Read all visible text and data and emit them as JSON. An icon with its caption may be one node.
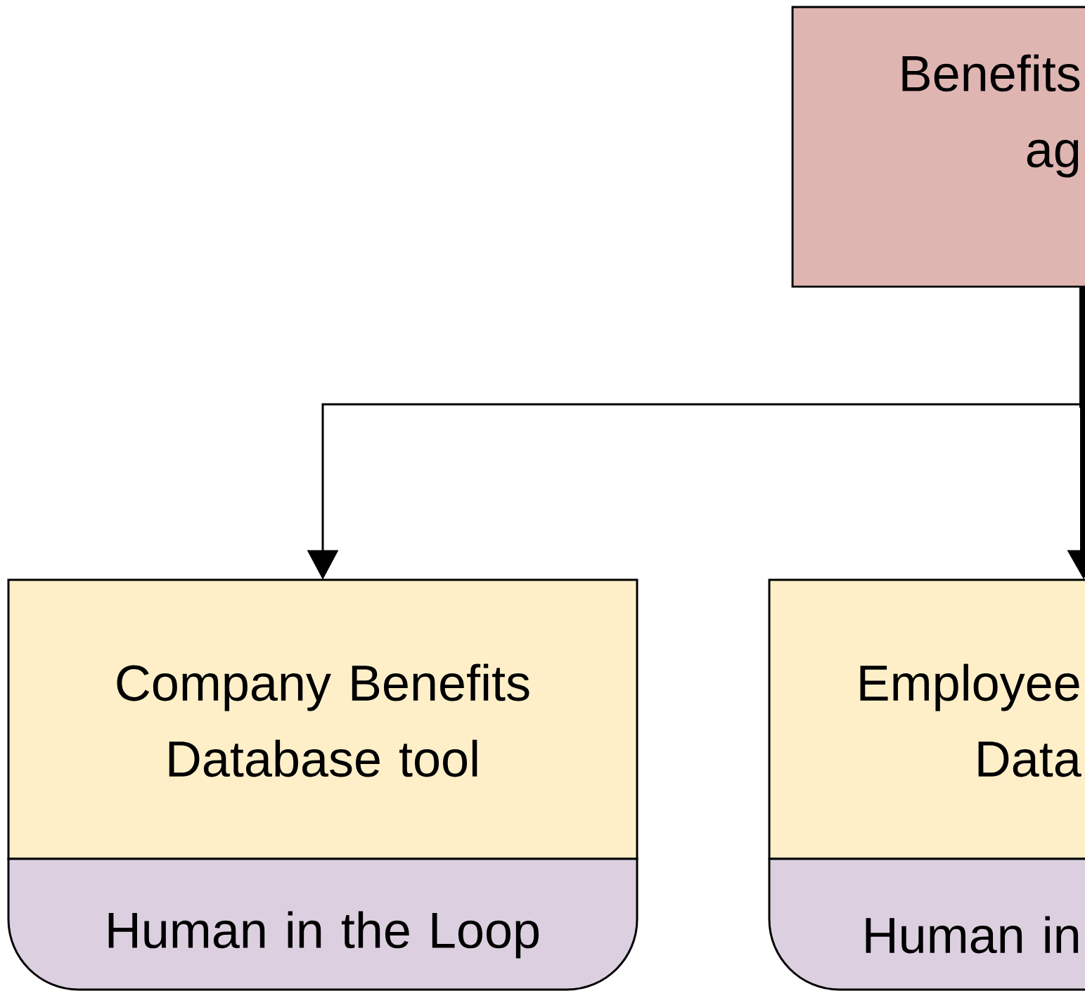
{
  "diagram": {
    "nodes": [
      {
        "text": [
          "Benefits ag"
        ]
      },
      {
        "text": [
          "Company Benefits Database tool",
          "Human in the Loop"
        ]
      },
      {
        "text": [
          "Employee Data",
          "Human in"
        ]
      }
    ],
    "edges": [
      {
        "from": 0,
        "to": 1,
        "arrow": "to"
      },
      {
        "from": 0,
        "to": 2,
        "arrow": "to",
        "style": "thick"
      }
    ]
  }
}
